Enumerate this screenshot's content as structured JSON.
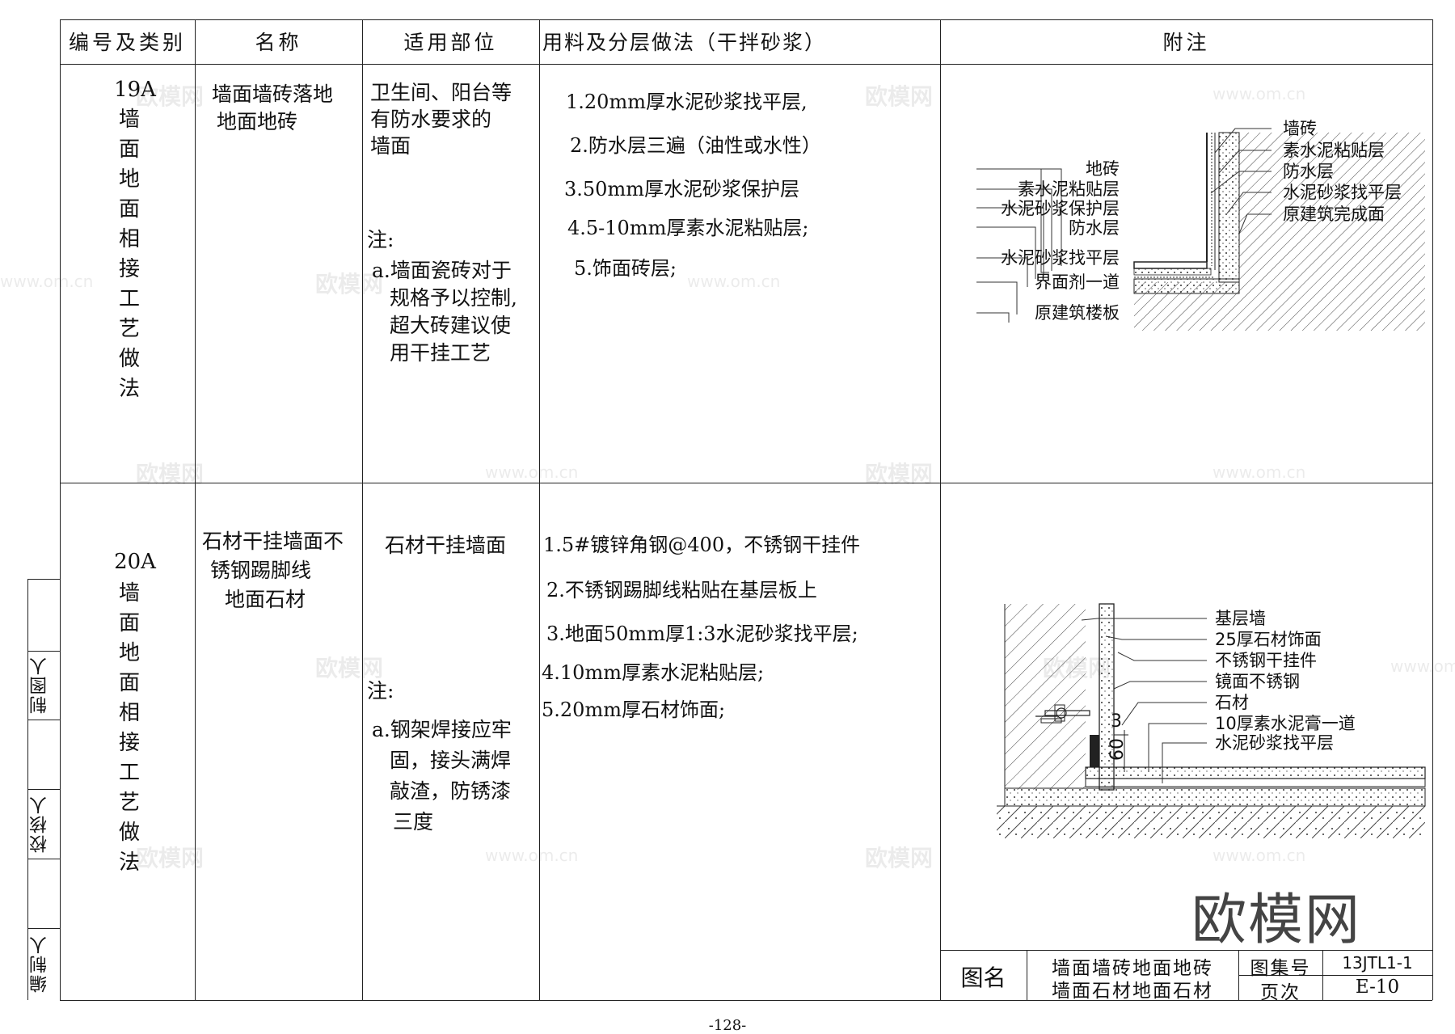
{
  "headers": {
    "code": "编号及类别",
    "name": "名称",
    "location": "适用部位",
    "method": "用料及分层做法（干拌砂浆）",
    "notes": "附注"
  },
  "rows": [
    {
      "code": "19A",
      "category": "墙面地面相接工艺做法",
      "name_lines": [
        "墙面墙砖落地",
        "地面地砖"
      ],
      "location_lines": [
        "卫生间、阳台等",
        "有防水要求的",
        "墙面"
      ],
      "note_title": "注:",
      "note_lines": [
        "a.墙面瓷砖对于",
        "规格予以控制,",
        "超大砖建议使",
        "用干挂工艺"
      ],
      "steps": [
        "1.20mm厚水泥砂浆找平层,",
        "2.防水层三遍（油性或水性）",
        "3.50mm厚水泥砂浆保护层",
        "4.5-10mm厚素水泥粘贴层;",
        "5.饰面砖层;"
      ],
      "diagram_labels_right": [
        "墙砖",
        "素水泥粘贴层",
        "防水层",
        "水泥砂浆找平层",
        "原建筑完成面"
      ],
      "diagram_labels_left": [
        "地砖",
        "素水泥粘贴层",
        "水泥砂浆保护层",
        "防水层",
        "水泥砂浆找平层",
        "界面剂一道",
        "原建筑楼板"
      ]
    },
    {
      "code": "20A",
      "category": "墙面地面相接工艺做法",
      "name_lines": [
        "石材干挂墙面不",
        "锈钢踢脚线",
        "地面石材"
      ],
      "location_lines": [
        "石材干挂墙面"
      ],
      "note_title": "注:",
      "note_lines": [
        "a.钢架焊接应牢",
        "固，接头满焊",
        "敲渣，防锈漆",
        "三度"
      ],
      "steps": [
        "1.5#镀锌角钢@400，不锈钢干挂件",
        "2.不锈钢踢脚线粘贴在基层板上",
        "3.地面50mm厚1:3水泥砂浆找平层;",
        "4.10mm厚素水泥粘贴层;",
        "5.20mm厚石材饰面;"
      ],
      "diagram_labels": [
        "基层墙",
        "25厚石材饰面",
        "不锈钢干挂件",
        "镜面不锈钢",
        "石材",
        "10厚素水泥膏一道",
        "水泥砂浆找平层"
      ],
      "dim_3": "3",
      "dim_60": "60"
    }
  ],
  "side": {
    "drawn_by": "制图人",
    "checked_by": "校核人",
    "compiled_by": "编制人"
  },
  "title_block": {
    "name_label": "图名",
    "name_line1": "墙面墙砖地面地砖",
    "name_line2": "墙面石材地面石材",
    "atlas_label": "图集号",
    "atlas_value": "13JTL1-1",
    "page_label": "页次",
    "page_value": "E-10"
  },
  "page_number": "-128-",
  "watermarks": {
    "cn": "欧模网",
    "url": "www.om.cn",
    "logo": "欧模网"
  }
}
